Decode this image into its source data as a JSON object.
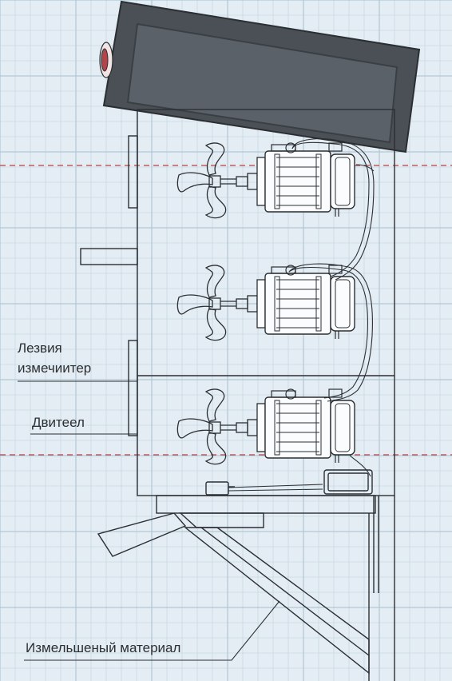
{
  "colors": {
    "background": "#e3edf3",
    "grid_major": "#a9c0cf",
    "grid_minor": "#cad9e3",
    "line": "#2b2f33",
    "hopper": "#4a5056",
    "hopper_inner": "#5a6168",
    "dashed_red": "#b0454a",
    "motor_body": "#fbfcfd"
  },
  "labels": {
    "blades_line1": "Лезвия",
    "blades_line2": "измечиитер",
    "motor": "Двитеел",
    "output_material": "Измельшеный материал"
  },
  "icons": {
    "motor": "electric-motor-icon",
    "blade": "chopper-blade-icon",
    "switch": "control-box-icon"
  }
}
